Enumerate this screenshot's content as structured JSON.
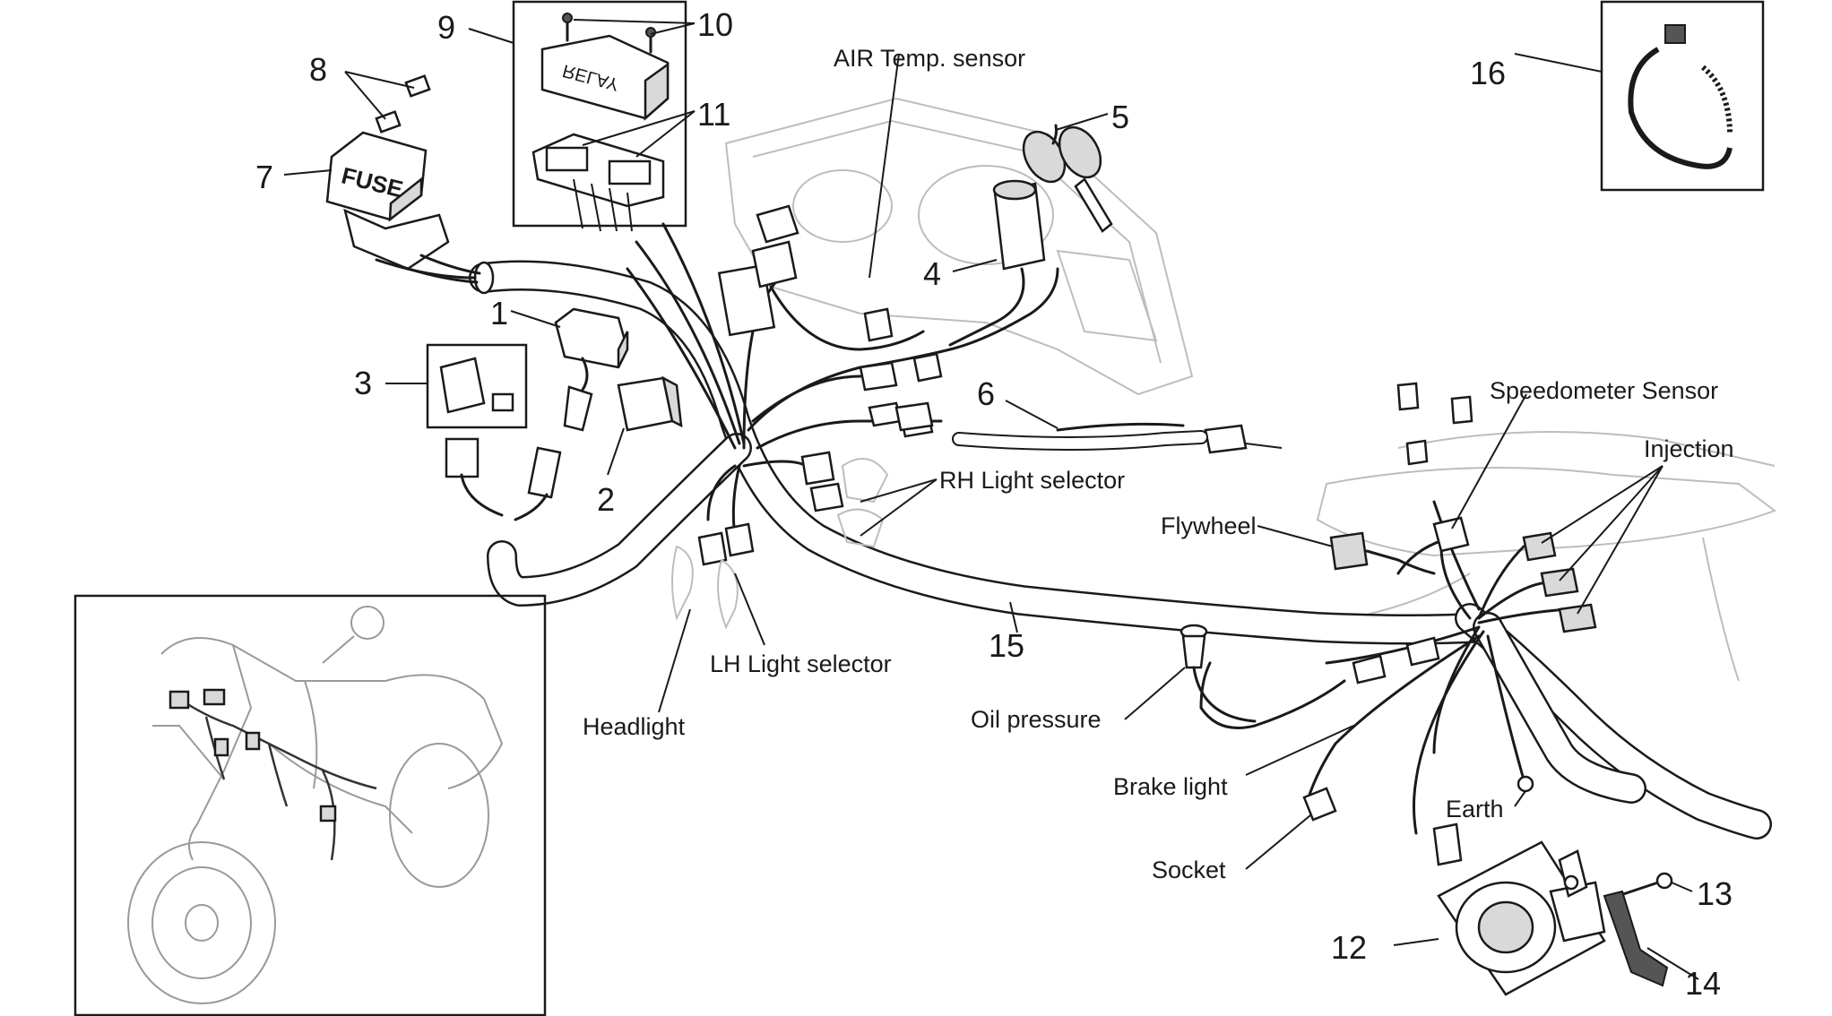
{
  "labels": {
    "n1": "1",
    "n2": "2",
    "n3": "3",
    "n4": "4",
    "n5": "5",
    "n6": "6",
    "n7": "7",
    "n8": "8",
    "n9": "9",
    "n10": "10",
    "n11": "11",
    "n12": "12",
    "n13": "13",
    "n14": "14",
    "n15": "15",
    "n16": "16",
    "air_temp_sensor": "AIR Temp. sensor",
    "speedometer_sensor": "Speedometer Sensor",
    "injection": "Injection",
    "rh_light_selector": "RH Light selector",
    "flywheel": "Flywheel",
    "lh_light_selector": "LH Light selector",
    "headlight": "Headlight",
    "oil_pressure": "Oil pressure",
    "brake_light": "Brake light",
    "earth": "Earth",
    "socket": "Socket"
  },
  "part_marks": {
    "fuse_box": "FUSE",
    "relay_box": "RELAY"
  },
  "icons": {
    "fuse": "fuse-box-icon",
    "relay": "relay-icon",
    "key": "ignition-key-icon",
    "horn": "horn-icon",
    "clamp": "cable-clamp-icon",
    "motorcycle": "motorcycle-silhouette-icon"
  },
  "colors": {
    "ink": "#1a1a1a",
    "ghost": "#bdbdbd",
    "background": "#ffffff"
  }
}
